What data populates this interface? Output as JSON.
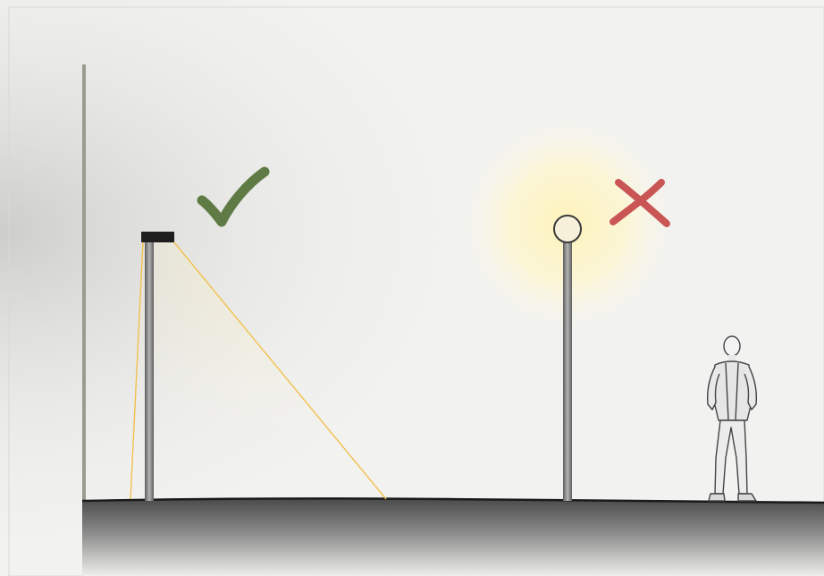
{
  "scene": {
    "type": "lighting-comparison-sketch",
    "good_fixture": {
      "kind": "shielded-directional-pole-light",
      "verdict": "correct",
      "mark_icon": "check-icon"
    },
    "bad_fixture": {
      "kind": "unshielded-globe-pole-light",
      "verdict": "incorrect",
      "mark_icon": "x-icon"
    },
    "figure": {
      "kind": "standing-person"
    }
  },
  "colors": {
    "check": "#5f7a45",
    "cross": "#c95555",
    "light_cone": "#f2c14e",
    "glow": "#fff6c8",
    "ground": "#5c5c5c",
    "ground_line": "#1a1a1a",
    "wall": "#9a9c90",
    "pole": "#7a7a7a",
    "paper": "#f1f1ef"
  }
}
